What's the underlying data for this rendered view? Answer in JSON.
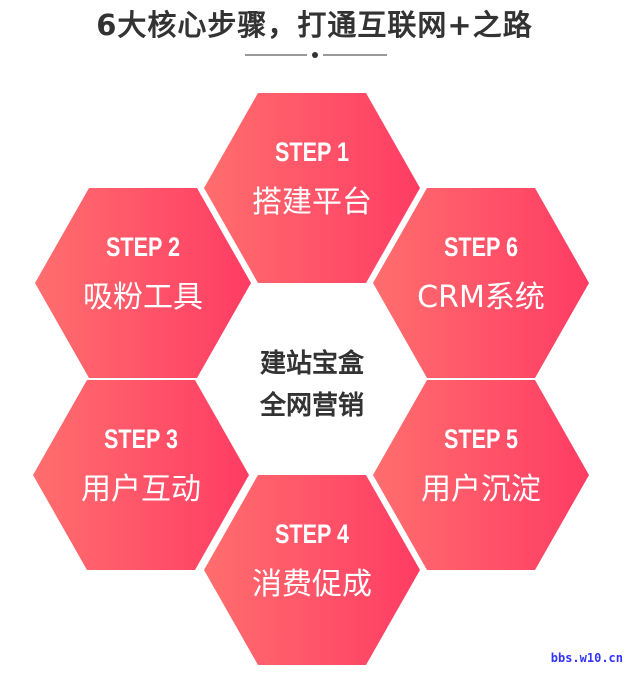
{
  "title": "6大核心步骤，打通互联网+之路",
  "center_lines": [
    "建站宝盒",
    "全网营销"
  ],
  "steps": [
    {
      "step": "STEP 1",
      "label": "搭建平台"
    },
    {
      "step": "STEP 2",
      "label": "吸粉工具"
    },
    {
      "step": "STEP 3",
      "label": "用户互动"
    },
    {
      "step": "STEP 4",
      "label": "消费促成"
    },
    {
      "step": "STEP 5",
      "label": "用户沉淀"
    },
    {
      "step": "STEP 6",
      "label": "CRM系统"
    }
  ],
  "colors": {
    "gradient_start": "#ff6e6e",
    "gradient_end": "#ff3c64",
    "title": "#333333"
  },
  "watermark": "bbs.w10.cn"
}
